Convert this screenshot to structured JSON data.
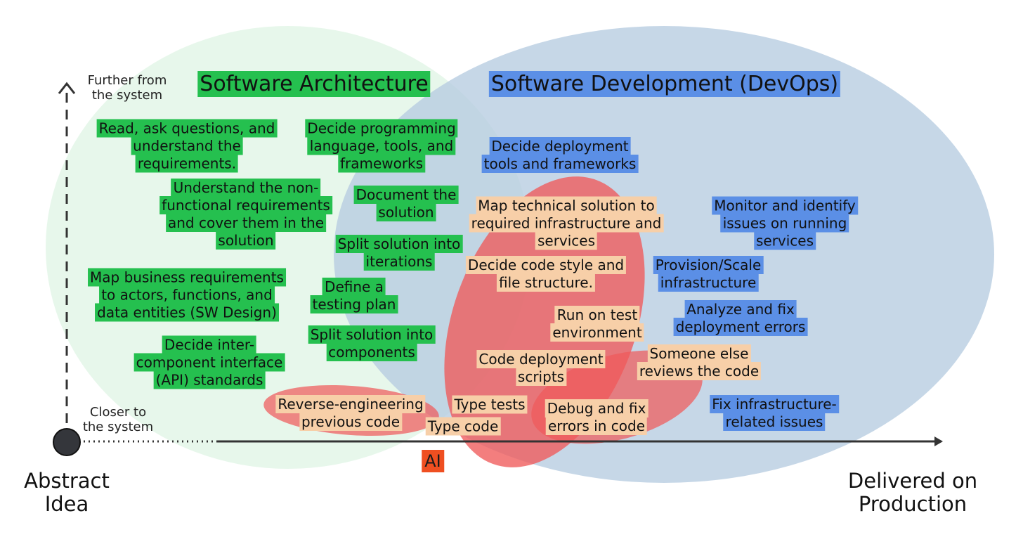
{
  "domain_regions": {
    "architecture": {
      "title": "Software Architecture",
      "color": "#e6f7ea"
    },
    "development": {
      "title": "Software Development (DevOps)",
      "color": "#b6cce0"
    },
    "ai": {
      "label": "AI",
      "color": "#f05a5a"
    }
  },
  "axes": {
    "y_top": "Further from\nthe system",
    "y_bottom": "Closer to\nthe system",
    "x_left": "Abstract\nIdea",
    "x_right": "Delivered on\nProduction"
  },
  "architecture_items": [
    "Read, ask questions, and\nunderstand the\nrequirements.",
    "Decide programming\nlanguage, tools, and\nframeworks",
    "Understand the non-\nfunctional requirements\nand cover them in the\nsolution",
    "Document the\nsolution",
    "Split solution into\niterations",
    "Map business requirements\nto actors, functions, and\ndata entities (SW Design)",
    "Define a\ntesting plan",
    "Split solution into\ncomponents",
    "Decide inter-\ncomponent interface\n(API) standards"
  ],
  "development_items": [
    "Decide deployment\ntools and frameworks",
    "Monitor and identify\nissues on running\nservices",
    "Provision/Scale\ninfrastructure",
    "Analyze and fix\ndeployment errors",
    "Fix infrastructure-\nrelated issues"
  ],
  "ai_items": [
    "Map technical solution to\nrequired infrastructure and\nservices",
    "Decide code style and\nfile structure.",
    "Run on test\nenvironment",
    "Code deployment\nscripts",
    "Someone else\nreviews the code",
    "Reverse-engineering\nprevious code",
    "Type tests",
    "Type code",
    "Debug and fix\nerrors in code"
  ]
}
